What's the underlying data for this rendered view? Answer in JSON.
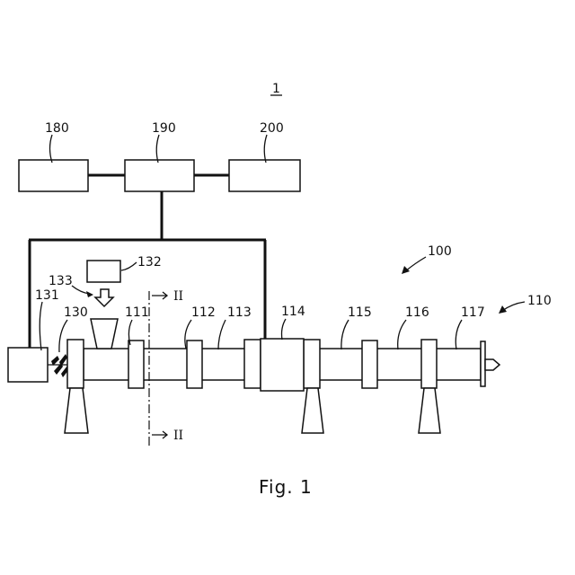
{
  "figure_number": "1",
  "caption": "Fig. 1",
  "labels": {
    "ref_180": "180",
    "ref_190": "190",
    "ref_200": "200",
    "ref_100": "100",
    "ref_110": "110",
    "ref_111": "111",
    "ref_112": "112",
    "ref_113": "113",
    "ref_114": "114",
    "ref_115": "115",
    "ref_116": "116",
    "ref_117": "117",
    "ref_130": "130",
    "ref_131": "131",
    "ref_132": "132",
    "ref_133": "133"
  },
  "section_marker": {
    "top": "II",
    "bottom": "II"
  }
}
